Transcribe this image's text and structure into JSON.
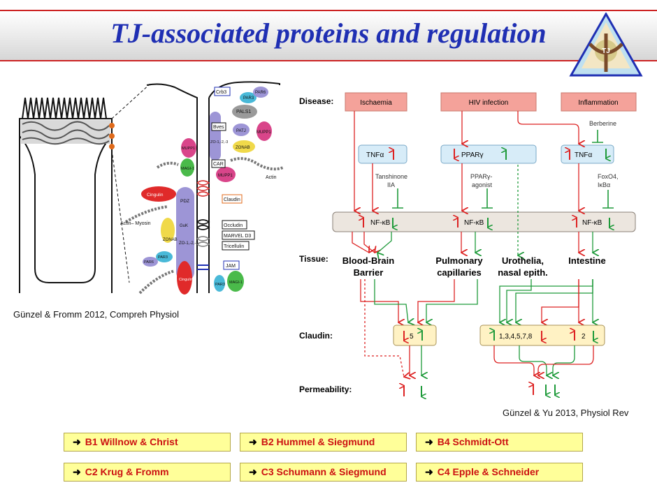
{
  "title": "TJ-associated proteins and regulation",
  "logo_label": "TJ",
  "left_citation": "Günzel & Fromm 2012, Compreh Physiol",
  "right_citation": "Günzel & Yu 2013, Physiol Rev",
  "membrane_labels": {
    "crb3": "Crb3",
    "par6_top": "PAR6",
    "par3_top": "PAR3",
    "pals1": "PALS1",
    "bves": "Bves",
    "patj": "PATJ",
    "mupp1_right": "MUPP1",
    "zonab_top": "ZONAB",
    "zo_top": "ZO-1,-2,-3",
    "mupp1_left": "MUPP1",
    "magi1_top": "MAGI-1",
    "car": "CAR",
    "mupp1_mid": "MUPP1",
    "actin_right": "Actin",
    "cingulin_top": "Cingulin",
    "pdz": "PDZ",
    "claudin": "Claudin",
    "actin_myosin": "Actin–\nMyosin",
    "zonab_left": "ZONAB",
    "zo_main": "ZO-1,-2,-3",
    "guk": "GuK",
    "occludin": "Occludin",
    "marvel": "MARVEL D3",
    "tricellulin": "Tricellulin",
    "par6_bottom": "PAR6",
    "par3_bottom": "PAR3",
    "jam": "JAM",
    "par3_lower": "PAR3",
    "magi1_lower": "MAGI-1",
    "cingulin_bottom": "Cingulin"
  },
  "row_labels": {
    "disease": "Disease:",
    "tissue": "Tissue:",
    "claudin": "Claudin:",
    "permeability": "Permeability:"
  },
  "diseases": [
    "Ischaemia",
    "HIV infection",
    "Inflammation"
  ],
  "mediators": {
    "tnf_left": "TNFα",
    "ppar": "PPARγ",
    "tnf_right": "TNFα"
  },
  "modulators": {
    "tanshinone": "Tanshinone\nIIA",
    "ppar_agonist": "PPARγ-\nagonist",
    "berberine": "Berberine",
    "foxo": "FoxO4,\nIκBα"
  },
  "nfkb": [
    "NF-κB",
    "NF-κB",
    "NF-κB"
  ],
  "tissues": [
    "Blood-Brain\nBarrier",
    "Pulmonary\ncapillaries",
    "Urothelia,\nnasal epith.",
    "Intestine"
  ],
  "claudin_boxes": {
    "left": "5",
    "right_a": "1,3,4,5,7,8",
    "right_b": "2"
  },
  "colors": {
    "up": "#dd2222",
    "down": "#1e9a3a",
    "title": "#1f2fb3"
  },
  "link_buttons": [
    "B1 Willnow & Christ",
    "B2 Hummel & Siegmund",
    "B4 Schmidt-Ott",
    "C2 Krug & Fromm",
    "C3 Schumann & Siegmund",
    "C4 Epple & Schneider"
  ]
}
